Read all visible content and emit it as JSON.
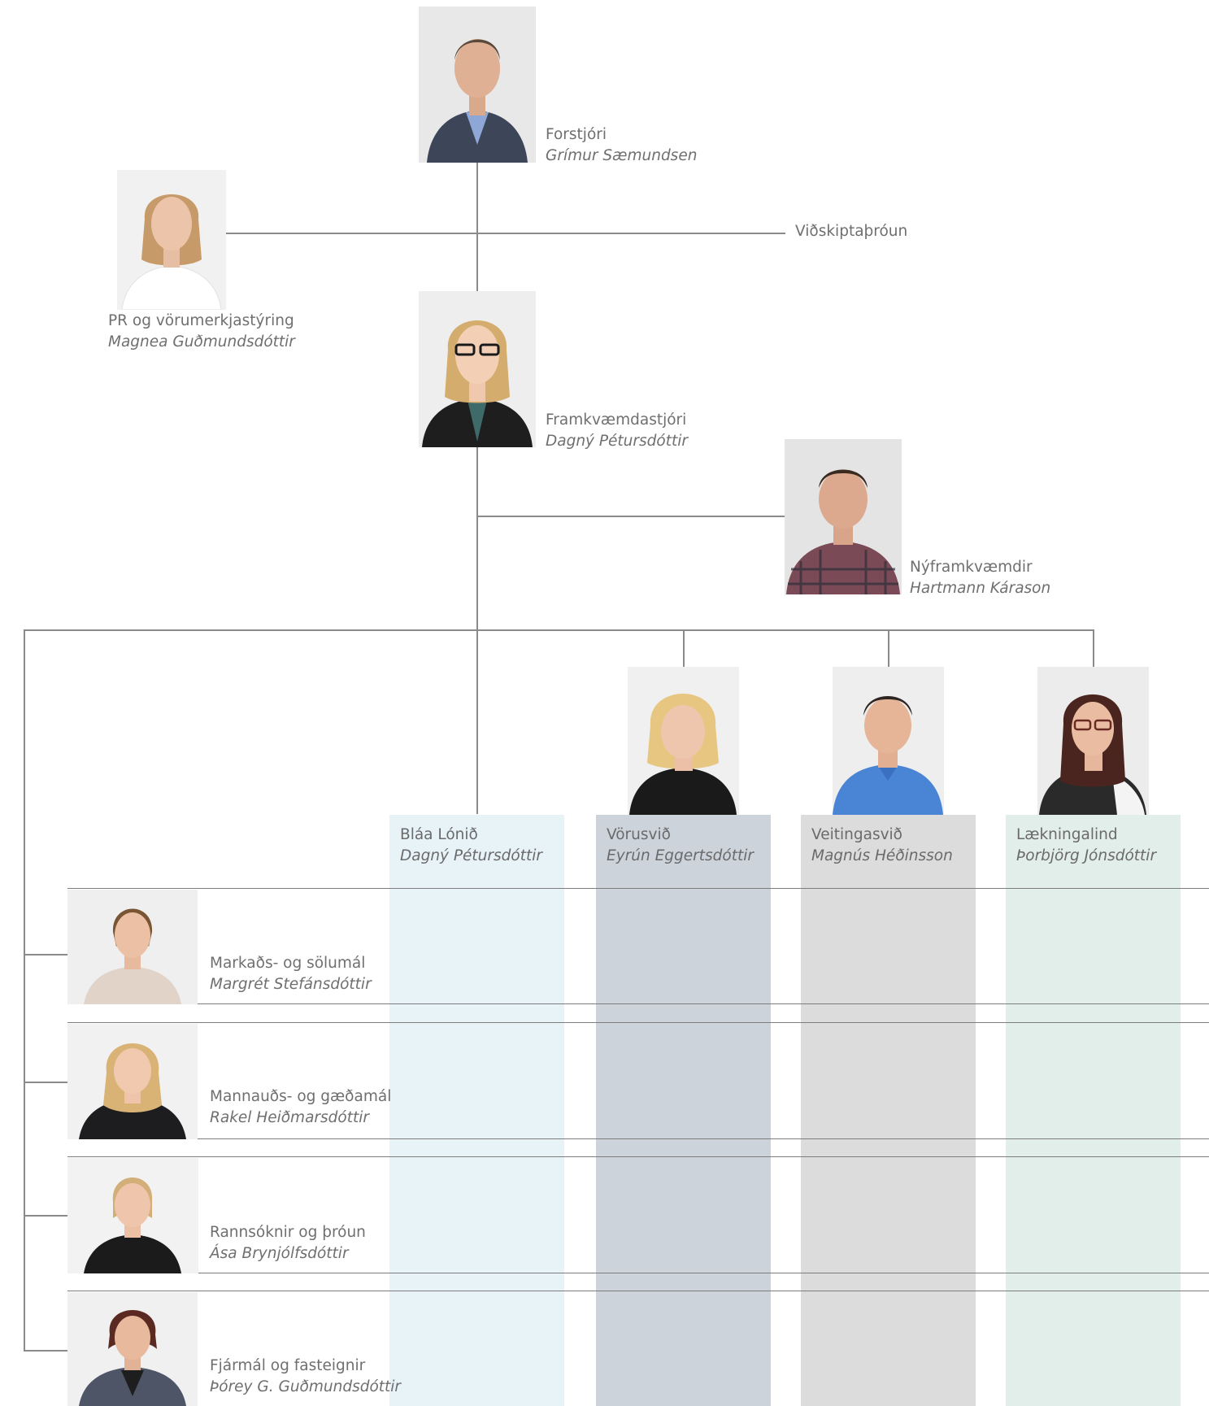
{
  "top": {
    "ceo": {
      "title": "Forstjóri",
      "name": "Grímur Sæmundsen"
    },
    "pr": {
      "title": "PR og vörumerkjastýring",
      "name": "Magnea Guðmundsdóttir"
    },
    "bizdev": {
      "title": "Viðskiptaþróun"
    },
    "coo": {
      "title": "Framkvæmdastjóri",
      "name": "Dagný Pétursdóttir"
    },
    "newdev": {
      "title": "Nýframkvæmdir",
      "name": "Hartmann Kárason"
    }
  },
  "divisions": [
    {
      "title": "Bláa Lónið",
      "name": "Dagný Pétursdóttir",
      "color": "#e8f3f8"
    },
    {
      "title": "Vörusvið",
      "name": "Eyrún Eggertsdóttir",
      "color": "#ccd3db"
    },
    {
      "title": "Veitingasvið",
      "name": "Magnús Héðinsson",
      "color": "#dcdcdc"
    },
    {
      "title": "Lækningalind",
      "name": "Þorbjörg Jónsdóttir",
      "color": "#e2eeea"
    }
  ],
  "functions": [
    {
      "title": "Markaðs- og sölumál",
      "name": "Margrét Stefánsdóttir"
    },
    {
      "title": "Mannauðs- og gæðamál",
      "name": "Rakel Heiðmarsdóttir"
    },
    {
      "title": "Rannsóknir og þróun",
      "name": "Ása Brynjólfsdóttir"
    },
    {
      "title": "Fjármál og fasteignir",
      "name": "Þórey G. Guðmundsdóttir"
    }
  ]
}
